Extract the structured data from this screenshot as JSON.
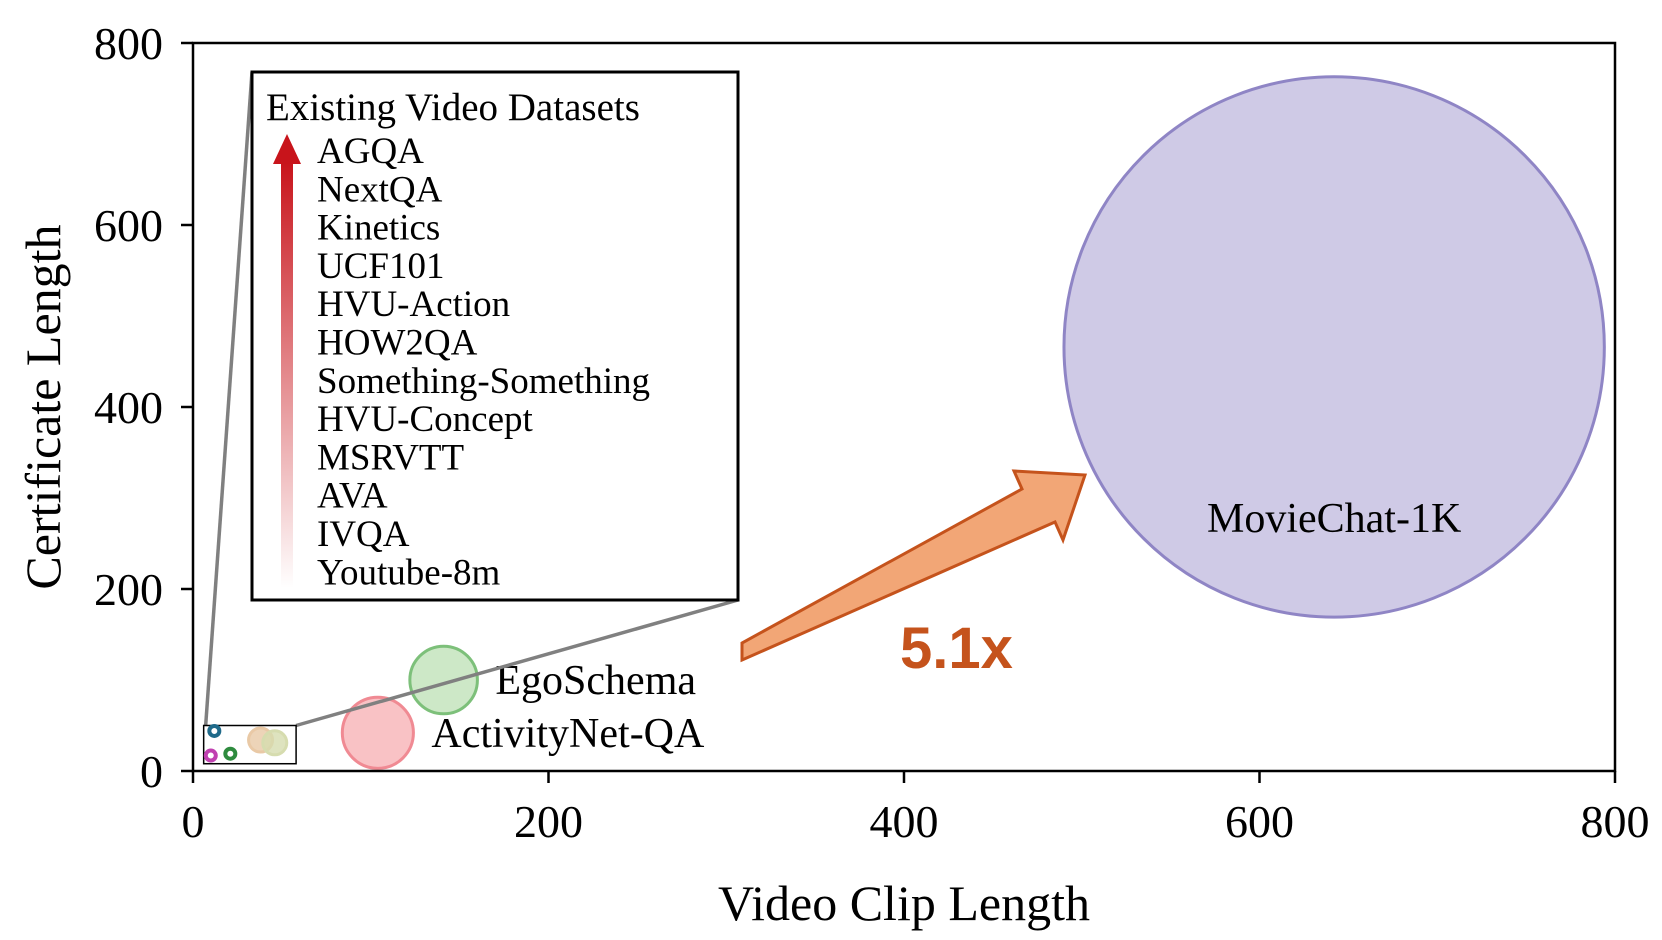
{
  "chart_data": {
    "type": "scatter",
    "xlabel": "Video Clip Length",
    "ylabel": "Certificate Length",
    "xlim": [
      0,
      800
    ],
    "ylim": [
      0,
      800
    ],
    "x_ticks": [
      "0",
      "200",
      "400",
      "600",
      "800"
    ],
    "y_ticks": [
      "0",
      "200",
      "400",
      "600",
      "800"
    ],
    "grid": false,
    "bubbles": [
      {
        "label": "MovieChat-1K",
        "x": 642,
        "y": 466,
        "size_r": 152,
        "color": "#cfcae6",
        "edge": "#8f85c5"
      },
      {
        "label": "EgoSchema",
        "x": 141,
        "y": 100,
        "size_r": 19,
        "color": "#cde8c7",
        "edge": "#7dc07a"
      },
      {
        "label": "ActivityNet-QA",
        "x": 104,
        "y": 42,
        "size_r": 20,
        "color": "#f9c2c5",
        "edge": "#f08a93"
      }
    ],
    "inset_points": [
      {
        "x": 12,
        "y": 44,
        "color": "#1f6a8a"
      },
      {
        "x": 10,
        "y": 17,
        "color": "#c040b0"
      },
      {
        "x": 21,
        "y": 19,
        "color": "#2e8b3e"
      },
      {
        "x": 38,
        "y": 34,
        "color": "#e9c9a6"
      },
      {
        "x": 46,
        "y": 31,
        "color": "#d6dcaf"
      }
    ],
    "legend": {
      "title": "Existing Video Datasets",
      "items": [
        "AGQA",
        "NextQA",
        "Kinetics",
        "UCF101",
        "HVU-Action",
        "HOW2QA",
        "Something-Something",
        "HVU-Concept",
        "MSRVTT",
        "AVA",
        "IVQA",
        "Youtube-8m"
      ],
      "gradient_colors": [
        "#c8141b",
        "#ffffff"
      ]
    },
    "annotation": {
      "text": "5.1x",
      "color": "#c5531c",
      "arrow_fill": "#f2a676",
      "arrow_edge": "#c5531c"
    }
  }
}
